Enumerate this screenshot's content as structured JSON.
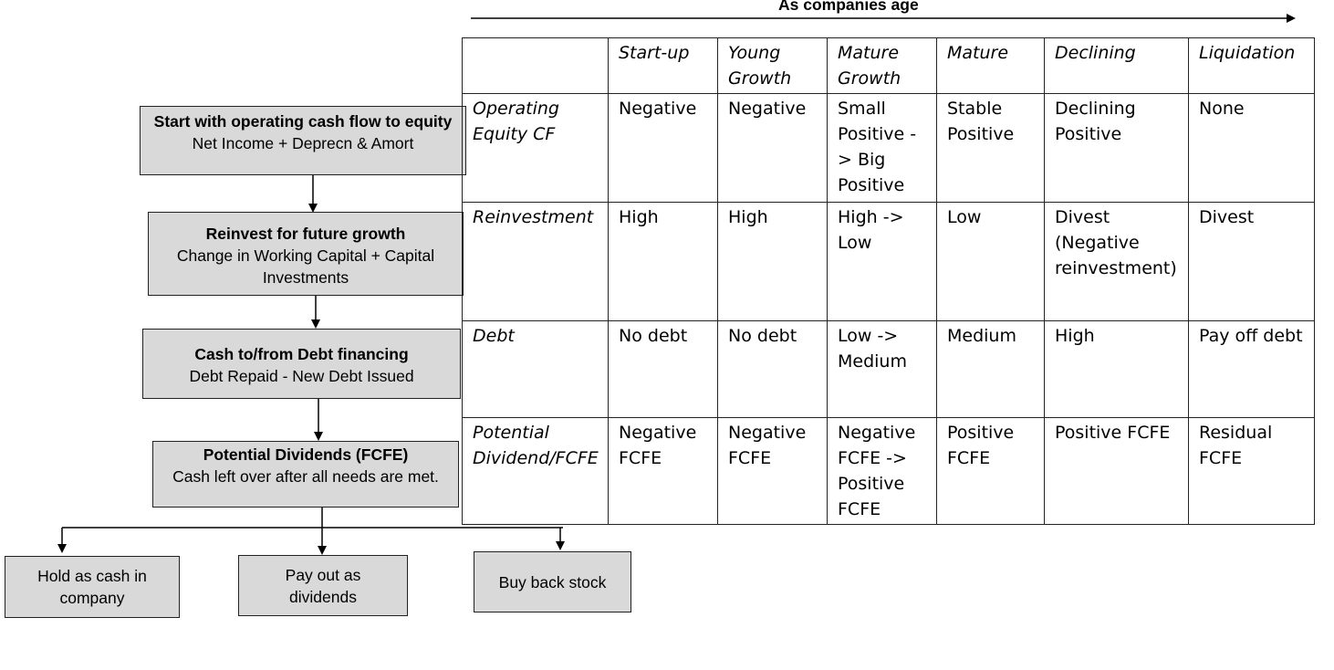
{
  "axis": {
    "label": "As companies age"
  },
  "flow": {
    "step1": {
      "title": "Start with operating cash flow to equity",
      "detail": "Net Income + Deprecn & Amort"
    },
    "step2": {
      "title": "Reinvest for future growth",
      "detail": "Change in Working Capital + Capital Investments"
    },
    "step3": {
      "title": "Cash to/from Debt financing",
      "detail": "Debt Repaid - New Debt Issued"
    },
    "step4": {
      "title": "Potential Dividends (FCFE)",
      "detail": "Cash left over after all needs are met."
    },
    "options": [
      "Hold as cash in company",
      "Pay out as dividends",
      "Buy back stock"
    ]
  },
  "table": {
    "columns": [
      "Start-up",
      "Young Growth",
      "Mature Growth",
      "Mature",
      "Declining",
      "Liquidation"
    ],
    "rows": [
      {
        "label": "Operating Equity CF",
        "cells": [
          "Negative",
          "Negative",
          "Small Positive -> Big Positive",
          "Stable Positive",
          "Declining Positive",
          "None"
        ]
      },
      {
        "label": "Reinvestment",
        "cells": [
          "High",
          "High",
          "High -> Low",
          "Low",
          "Divest (Negative reinvestment)",
          "Divest"
        ]
      },
      {
        "label": "Debt",
        "cells": [
          "No debt",
          "No debt",
          "Low -> Medium",
          "Medium",
          "High",
          "Pay off debt"
        ]
      },
      {
        "label": "Potential Dividend/FCFE",
        "cells": [
          "Negative FCFE",
          "Negative FCFE",
          "Negative FCFE -> Positive FCFE",
          "Positive FCFE",
          "Positive FCFE",
          "Residual FCFE"
        ]
      }
    ]
  }
}
